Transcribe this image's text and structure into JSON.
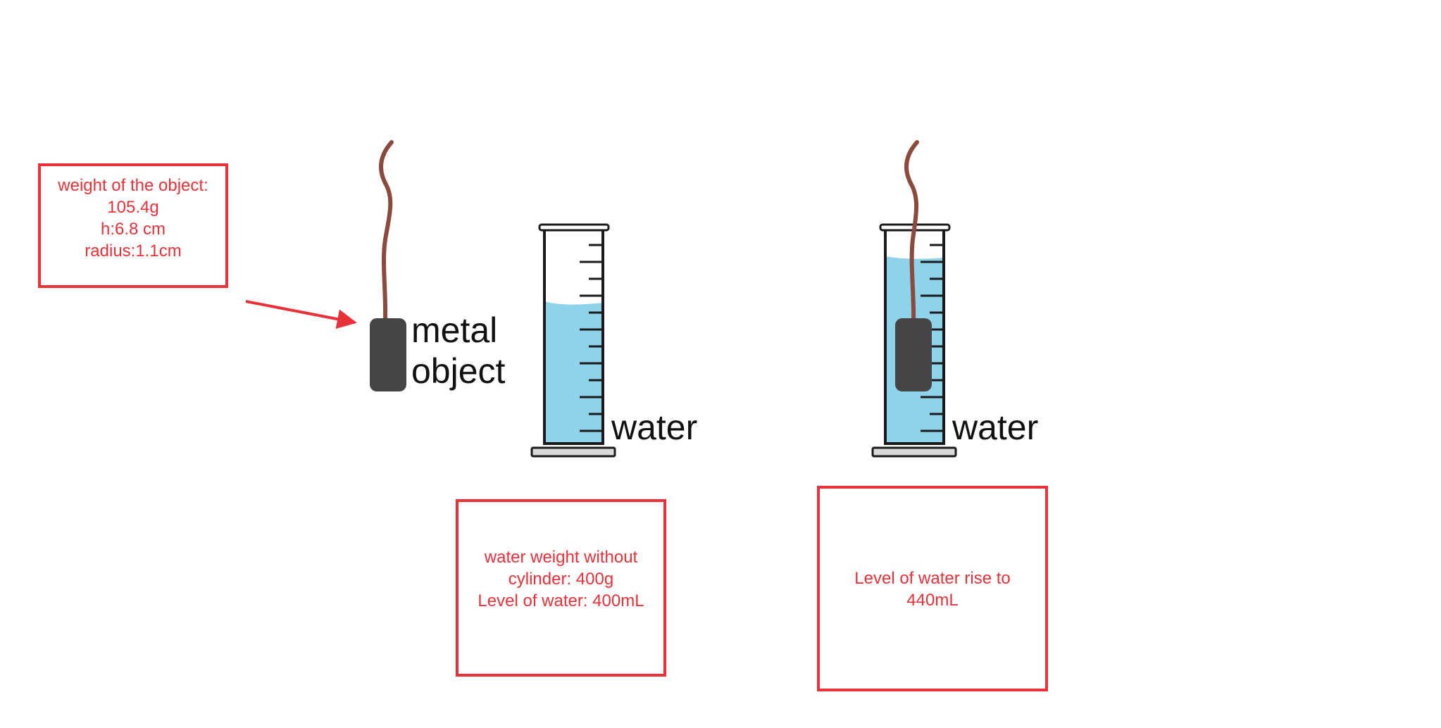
{
  "annotations": {
    "object_note": {
      "lines": [
        "weight  of the object:",
        "105.4g",
        "h:6.8 cm",
        "radius:1.1cm"
      ]
    },
    "before_note": {
      "lines": [
        "water weight without",
        "cylinder: 400g",
        "Level of water: 400mL"
      ]
    },
    "after_note": {
      "lines": [
        "Level of water rise to",
        "440mL"
      ]
    }
  },
  "labels": {
    "metal_object": [
      "metal",
      "object"
    ],
    "water_left": "water",
    "water_right": "water"
  },
  "colors": {
    "annotation": "#e8323a",
    "water": "#8fd3ea",
    "metal": "#454545",
    "string": "#8b4a3e",
    "cylinder_outline": "#1a1a1a",
    "cylinder_base": "#d9d9d9"
  }
}
